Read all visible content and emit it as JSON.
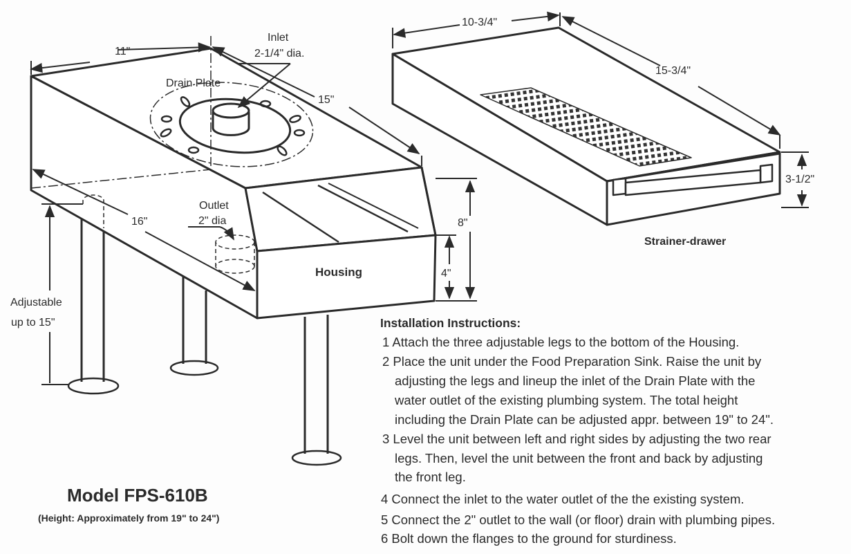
{
  "housing_labels": {
    "width_dim": "11\"",
    "depth_dim": "15\"",
    "length_dim": "16\"",
    "inlet_title": "Inlet",
    "inlet_size": "2-1/4\" dia.",
    "drain_plate": "Drain Plate",
    "outlet_title": "Outlet",
    "outlet_size": "2\" dia",
    "housing": "Housing",
    "height_total": "8\"",
    "height_front": "4\"",
    "legs_line1": "Adjustable",
    "legs_line2": "up to 15\""
  },
  "drawer_labels": {
    "width_dim": "10-3/4\"",
    "length_dim": "15-3/4\"",
    "height_dim": "3-1/2\"",
    "name": "Strainer-drawer"
  },
  "model": {
    "title": "Model FPS-610B",
    "subtitle": "(Height: Approximately from 19\" to 24\")"
  },
  "instructions": {
    "title": "Installation Instructions:",
    "lines": [
      "1 Attach the three adjustable legs to the bottom of the Housing.",
      "2 Place the unit under the Food Preparation Sink.  Raise the unit by",
      "adjusting the legs and lineup the inlet of the Drain Plate with the",
      "water outlet of the existing plumbing system.  The total height",
      "including the Drain Plate can be adjusted appr. between 19\" to 24\".",
      "3 Level the unit between left and right sides by adjusting the two rear",
      "legs. Then, level the unit between the front and back by adjusting",
      "the front leg.",
      "4 Connect the inlet to the water outlet of the the existing system.",
      "5 Connect the 2\" outlet to the wall (or floor) drain with plumbing pipes.",
      "6 Bolt down the flanges to the ground for sturdiness."
    ]
  }
}
